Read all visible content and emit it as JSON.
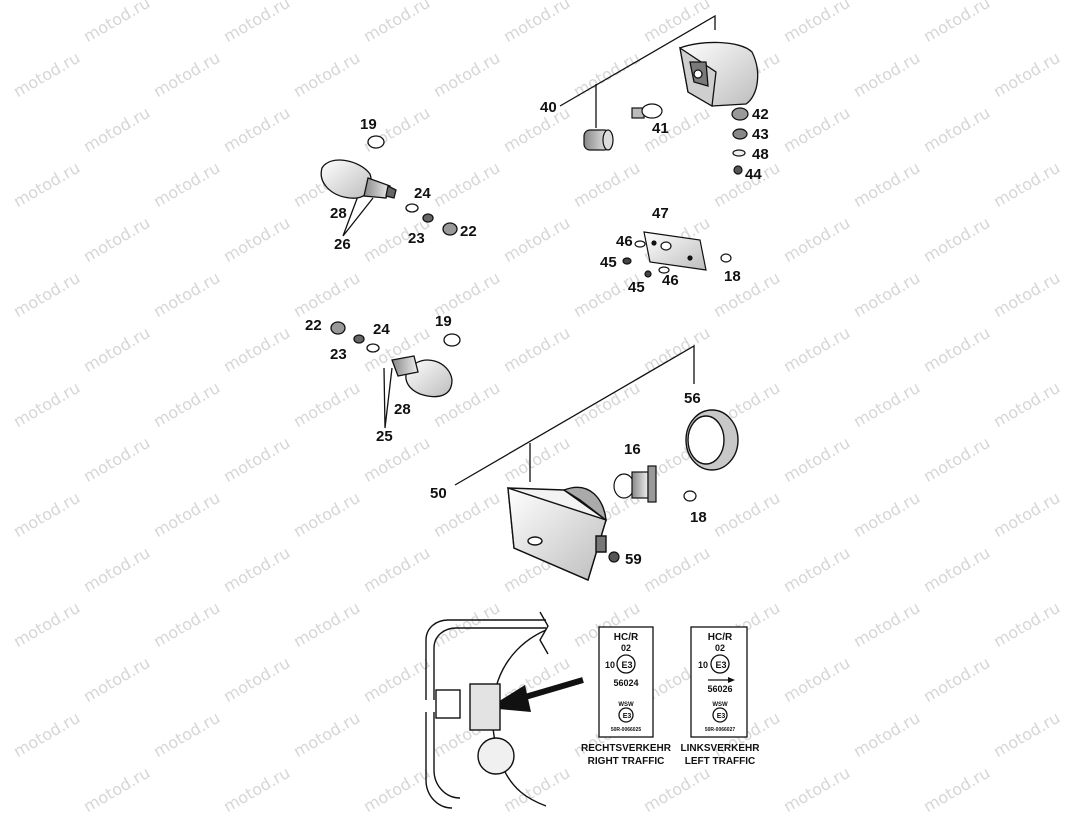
{
  "watermark": "motod.ru",
  "callouts": {
    "c19a": "19",
    "c28a": "28",
    "c26": "26",
    "c24a": "24",
    "c23a": "23",
    "c22a": "22",
    "c40": "40",
    "c41": "41",
    "c42": "42",
    "c43": "43",
    "c48": "48",
    "c44": "44",
    "c47": "47",
    "c46a": "46",
    "c45a": "45",
    "c45b": "45",
    "c46b": "46",
    "c18a": "18",
    "c22b": "22",
    "c24b": "24",
    "c19b": "19",
    "c23b": "23",
    "c28b": "28",
    "c25": "25",
    "c56": "56",
    "c16": "16",
    "c50": "50",
    "c18b": "18",
    "c59": "59"
  },
  "label_right": {
    "top": "HC/R",
    "code": "02",
    "left_num": "10",
    "mark": "E3",
    "number": "56024",
    "wsw": "WSW",
    "bottom_num": "50R-0066025",
    "caption_de": "RECHTSVERKEHR",
    "caption_en": "RIGHT TRAFFIC"
  },
  "label_left": {
    "top": "HC/R",
    "code": "02",
    "left_num": "10",
    "mark": "E3",
    "number": "56026",
    "wsw": "WSW",
    "bottom_num": "50R-0066027",
    "caption_de": "LINKSVERKEHR",
    "caption_en": "LEFT TRAFFIC"
  }
}
